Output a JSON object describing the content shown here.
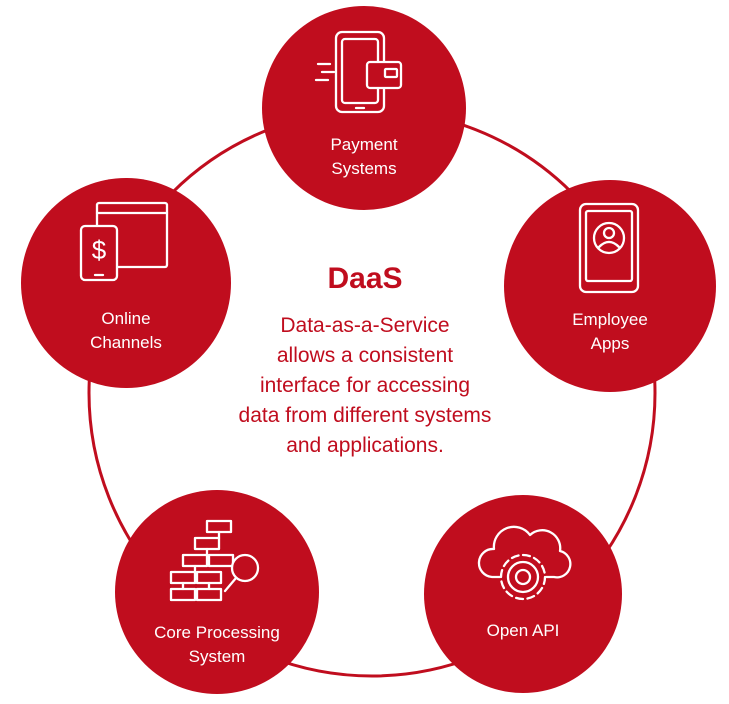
{
  "center": {
    "title": "DaaS",
    "description_lines": [
      "Data-as-a-Service",
      "allows a consistent",
      "interface for accessing",
      "data from different systems",
      "and applications."
    ]
  },
  "nodes": [
    {
      "id": "payment",
      "lines": [
        "Payment",
        "Systems"
      ],
      "icon": "payment-phone-wallet-icon"
    },
    {
      "id": "employee",
      "lines": [
        "Employee",
        "Apps"
      ],
      "icon": "mobile-user-icon"
    },
    {
      "id": "openapi",
      "lines": [
        "Open API"
      ],
      "icon": "cloud-gear-icon"
    },
    {
      "id": "core",
      "lines": [
        "Core Processing",
        "System"
      ],
      "icon": "flowchart-magnifier-icon"
    },
    {
      "id": "online",
      "lines": [
        "Online",
        "Channels"
      ],
      "icon": "browser-phone-dollar-icon"
    }
  ],
  "colors": {
    "accent": "#c00d1e",
    "text_on_accent": "#ffffff",
    "background": "#ffffff"
  }
}
